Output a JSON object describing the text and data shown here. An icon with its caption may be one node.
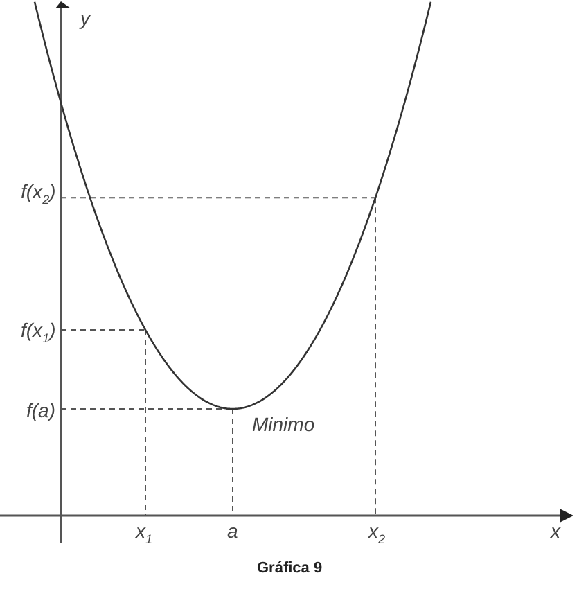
{
  "diagram": {
    "caption": "Gráfica 9",
    "labels": [
      "y",
      "f(x$_{2}$)",
      "f(x$_{1}$)",
      "f(a)",
      "Minimo",
      "x$_{1}$",
      "a",
      "x$_{2}$",
      "x"
    ]
  }
}
